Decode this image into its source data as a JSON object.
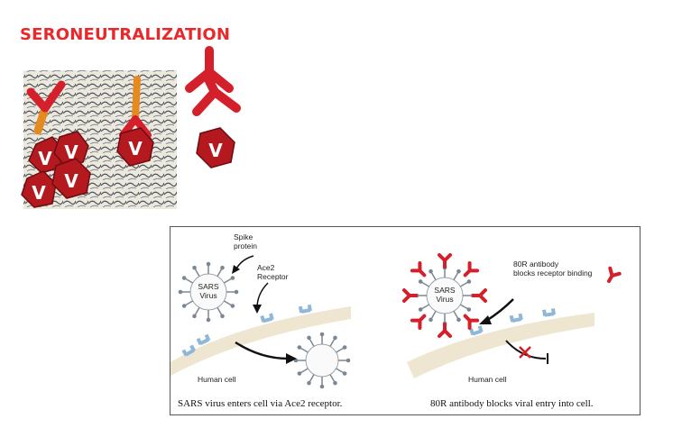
{
  "title": "SERONEUTRALIZATION",
  "top_panel": {
    "virus_letter": "V"
  },
  "bottom_panel": {
    "left": {
      "spike_label_1": "Spike",
      "spike_label_2": "protein",
      "virus_label_1": "SARS",
      "virus_label_2": "Virus",
      "receptor_label_1": "Ace2",
      "receptor_label_2": "Receptor",
      "cell_label": "Human cell",
      "caption": "SARS virus enters cell via Ace2 receptor."
    },
    "right": {
      "antibody_label_1": "80R antibody",
      "antibody_label_2": "blocks receptor binding",
      "virus_label_1": "SARS",
      "virus_label_2": "Virus",
      "cell_label": "Human cell",
      "caption": "80R antibody blocks viral entry into cell."
    }
  },
  "colors": {
    "title": "#e8282a",
    "virus_red": "#b3191e",
    "antibody_red": "#d4202a",
    "antibody_orange": "#e58a1f",
    "receptor_blue": "#8fb8d8",
    "virus_gray": "#7c8794",
    "membrane": "#efe6d2"
  }
}
